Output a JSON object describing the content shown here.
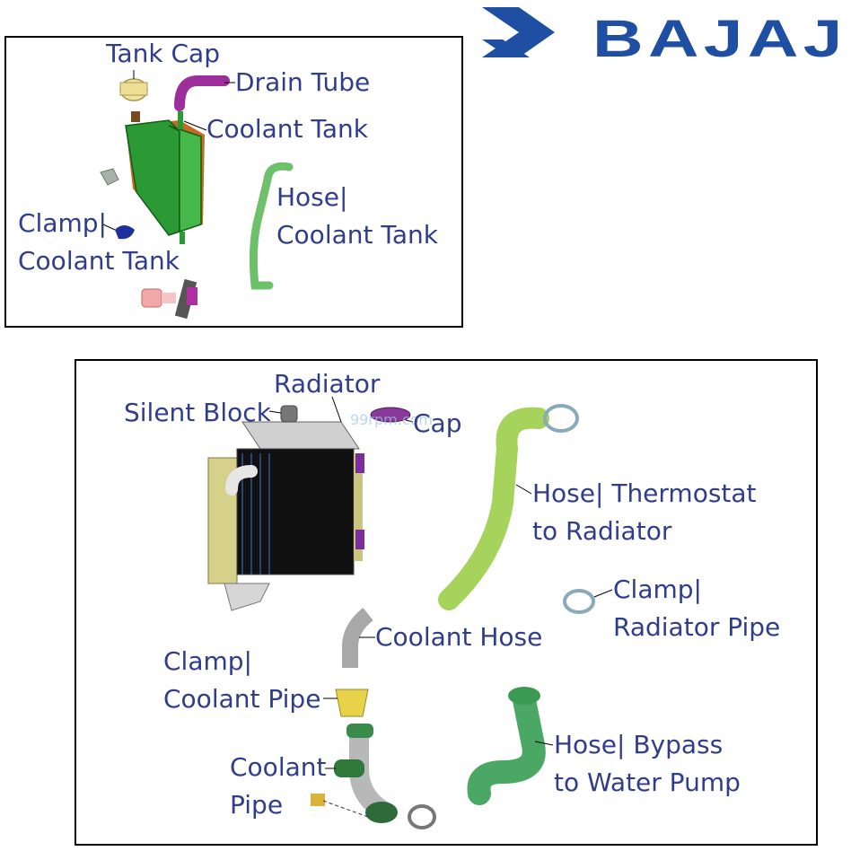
{
  "brand": {
    "name": "BAJAJ",
    "color": "#1f4fa3"
  },
  "label_color": "#2f3d8c",
  "watermark": "99rpm.com",
  "tank_group": {
    "tank_cap": "Tank Cap",
    "drain_tube": "Drain Tube",
    "coolant_tank": "Coolant Tank",
    "hose_line1": "Hose|",
    "hose_line2": "Coolant Tank",
    "clamp_line1": "Clamp|",
    "clamp_line2": "Coolant Tank"
  },
  "radiator_group": {
    "radiator": "Radiator",
    "silent_block": "Silent Block",
    "cap": "Cap",
    "hose_thermo_line1": "Hose| Thermostat",
    "hose_thermo_line2": "to Radiator",
    "clamp_rad_line1": "Clamp|",
    "clamp_rad_line2": "Radiator Pipe",
    "coolant_hose": "Coolant Hose",
    "clamp_pipe_line1": "Clamp|",
    "clamp_pipe_line2": "Coolant Pipe",
    "hose_bypass_line1": "Hose| Bypass",
    "hose_bypass_line2": "to Water Pump",
    "coolant_pipe_line1": "Coolant",
    "coolant_pipe_line2": "Pipe"
  }
}
